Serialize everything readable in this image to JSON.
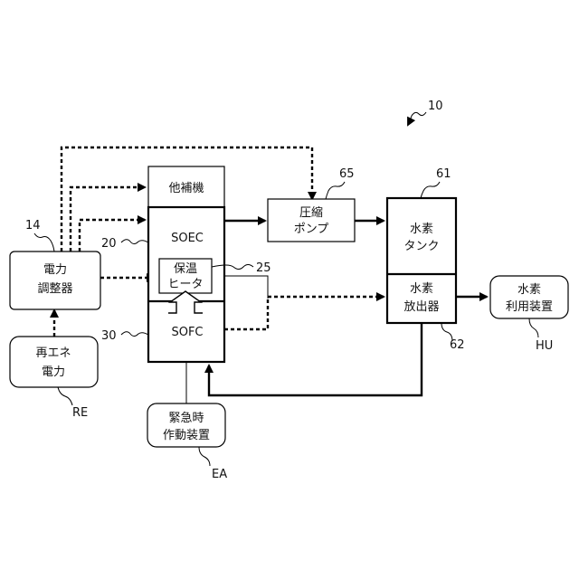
{
  "figure_number": "10",
  "nodes": {
    "power_adjuster": {
      "ref": "14",
      "lines": [
        "電力",
        "調整器"
      ]
    },
    "renewable_power": {
      "ref": "RE",
      "lines": [
        "再エネ",
        "電力"
      ]
    },
    "emergency_device": {
      "ref": "EA",
      "lines": [
        "緊急時",
        "作動装置"
      ]
    },
    "auxiliary": {
      "lines": [
        "他補機"
      ]
    },
    "soec": {
      "ref": "20",
      "lines": [
        "SOEC"
      ]
    },
    "sofc": {
      "ref": "30",
      "lines": [
        "SOFC"
      ]
    },
    "heater": {
      "ref": "25",
      "lines": [
        "保温",
        "ヒータ"
      ]
    },
    "compressor_pump": {
      "ref": "65",
      "lines": [
        "圧縮",
        "ポンプ"
      ]
    },
    "hydrogen_tank": {
      "ref": "61",
      "lines": [
        "水素",
        "タンク"
      ]
    },
    "hydrogen_discharger": {
      "ref": "62",
      "lines": [
        "水素",
        "放出器"
      ]
    },
    "hydrogen_user": {
      "ref": "HU",
      "lines": [
        "水素",
        "利用装置"
      ]
    }
  }
}
